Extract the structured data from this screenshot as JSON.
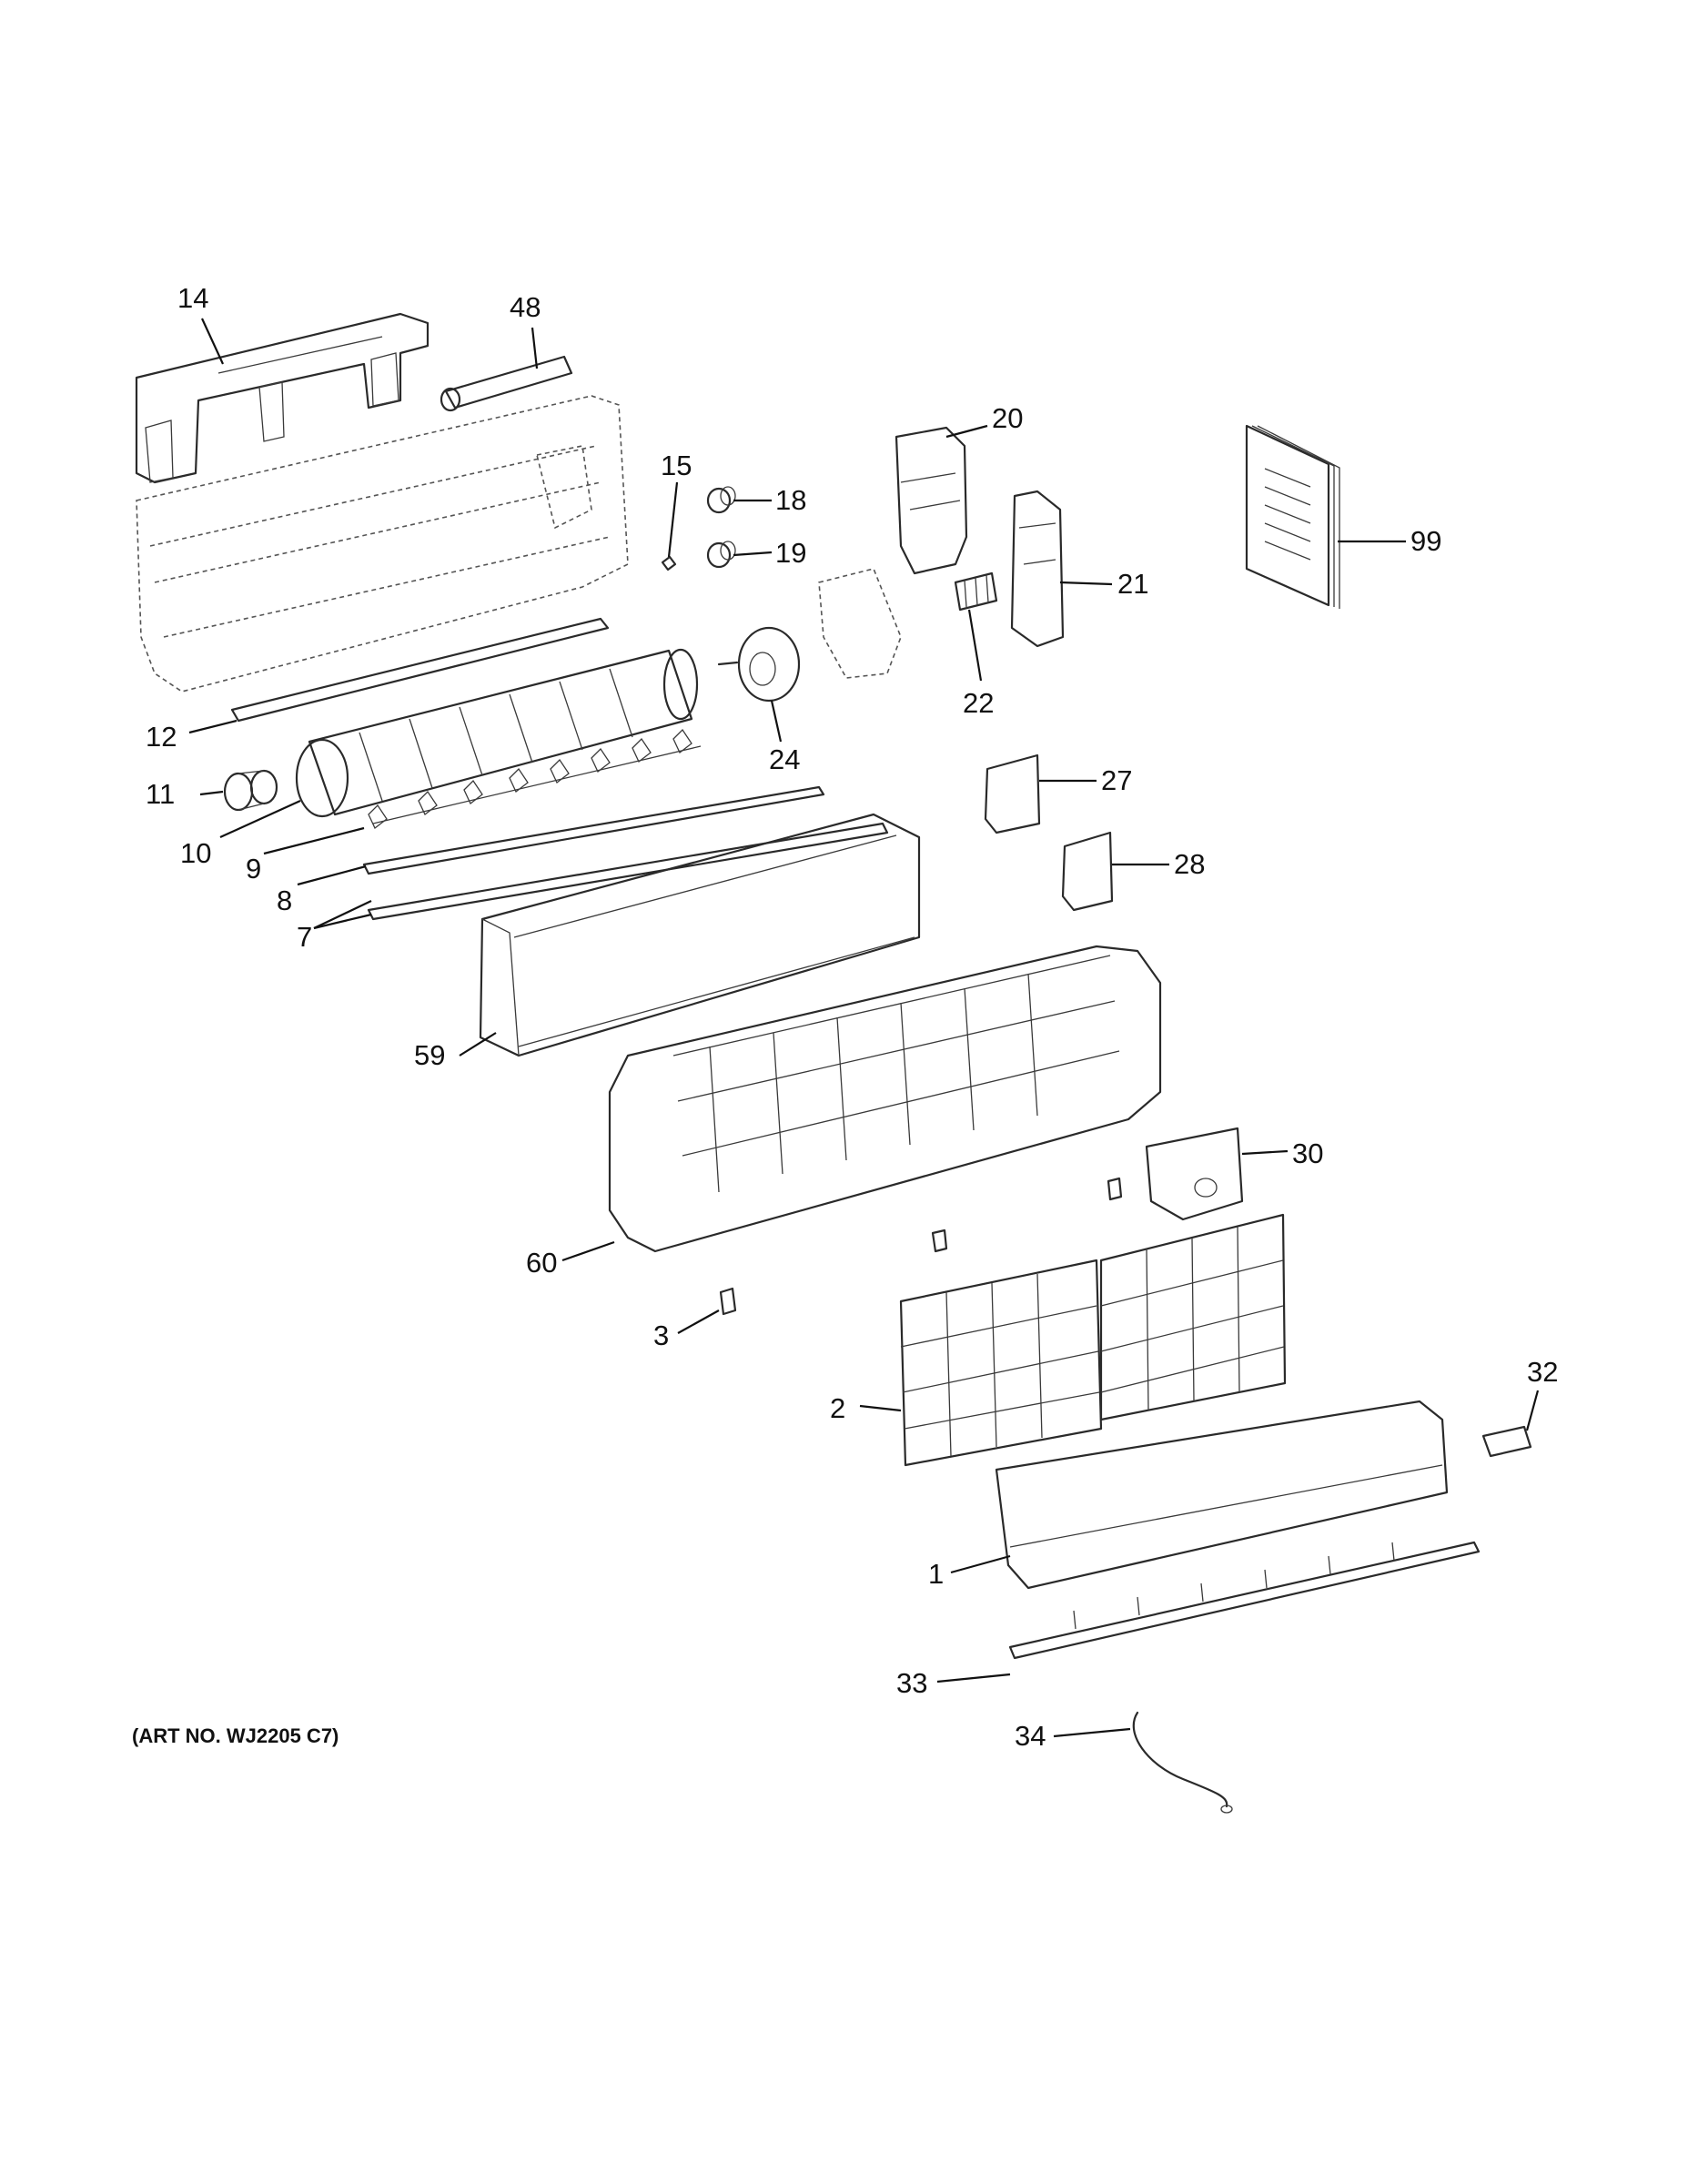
{
  "art_number": "(ART NO. WJ2205 C7)",
  "callouts": [
    {
      "id": "c14",
      "label": "14"
    },
    {
      "id": "c48",
      "label": "48"
    },
    {
      "id": "c15",
      "label": "15"
    },
    {
      "id": "c18",
      "label": "18"
    },
    {
      "id": "c19",
      "label": "19"
    },
    {
      "id": "c20",
      "label": "20"
    },
    {
      "id": "c21",
      "label": "21"
    },
    {
      "id": "c22",
      "label": "22"
    },
    {
      "id": "c99",
      "label": "99"
    },
    {
      "id": "c12",
      "label": "12"
    },
    {
      "id": "c24",
      "label": "24"
    },
    {
      "id": "c11",
      "label": "11"
    },
    {
      "id": "c10",
      "label": "10"
    },
    {
      "id": "c9",
      "label": "9"
    },
    {
      "id": "c8",
      "label": "8"
    },
    {
      "id": "c7",
      "label": "7"
    },
    {
      "id": "c27",
      "label": "27"
    },
    {
      "id": "c28",
      "label": "28"
    },
    {
      "id": "c59",
      "label": "59"
    },
    {
      "id": "c30",
      "label": "30"
    },
    {
      "id": "c60",
      "label": "60"
    },
    {
      "id": "c3",
      "label": "3"
    },
    {
      "id": "c2",
      "label": "2"
    },
    {
      "id": "c32",
      "label": "32"
    },
    {
      "id": "c1",
      "label": "1"
    },
    {
      "id": "c33",
      "label": "33"
    },
    {
      "id": "c34",
      "label": "34"
    }
  ]
}
